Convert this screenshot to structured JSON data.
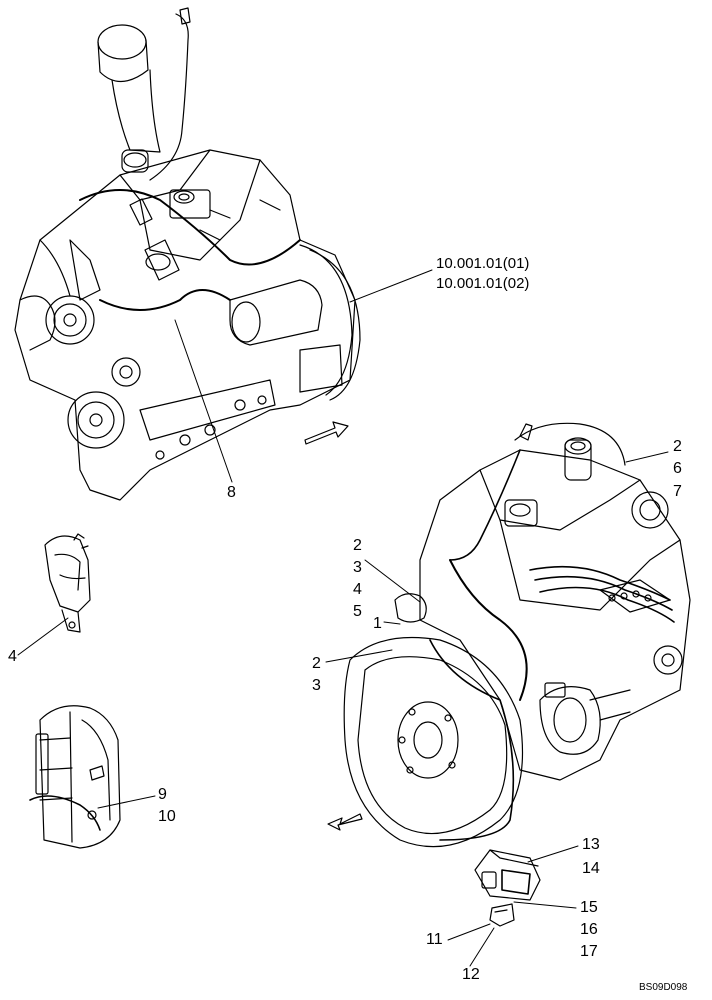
{
  "callouts": {
    "ref_a": "10.001.01(01)",
    "ref_b": "10.001.01(02)",
    "n8": "8",
    "n2a": "2",
    "n6": "6",
    "n7": "7",
    "n2b": "2",
    "n3a": "3",
    "n4a": "4",
    "n5": "5",
    "n1": "1",
    "n2c": "2",
    "n3b": "3",
    "n4b": "4",
    "n9": "9",
    "n10": "10",
    "n13": "13",
    "n14": "14",
    "n15": "15",
    "n16": "16",
    "n17": "17",
    "n11": "11",
    "n12": "12"
  },
  "drawing_code": "BS09D098",
  "colors": {
    "line": "#000000",
    "background": "#ffffff"
  }
}
